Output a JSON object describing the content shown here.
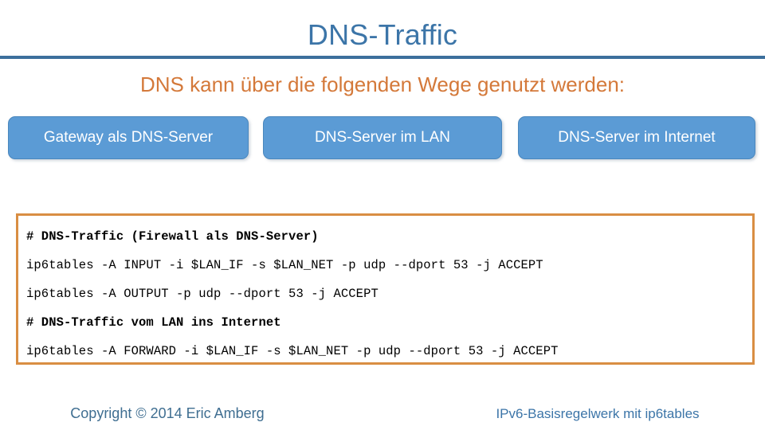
{
  "slide": {
    "title": "DNS-Traffic",
    "subtitle": "DNS kann über die folgenden Wege genutzt werden:",
    "accent_blue": "#3c75a8",
    "accent_orange": "#d4793a",
    "rule_color": "#3c6f9c",
    "pill_fill": "#5b9bd5",
    "code_border": "#d98e43"
  },
  "pills": [
    {
      "label": "Gateway als DNS-Server"
    },
    {
      "label": "DNS-Server im LAN"
    },
    {
      "label": "DNS-Server im Internet"
    }
  ],
  "code": {
    "lines": [
      {
        "text": "# DNS-Traffic (Firewall als DNS-Server)",
        "comment": true
      },
      {
        "text": "ip6tables -A INPUT -i $LAN_IF -s $LAN_NET -p udp --dport 53 -j ACCEPT",
        "comment": false
      },
      {
        "text": "ip6tables -A OUTPUT -p udp --dport 53 -j ACCEPT",
        "comment": false
      },
      {
        "text": "# DNS-Traffic vom LAN ins Internet",
        "comment": true
      },
      {
        "text": "ip6tables -A FORWARD -i $LAN_IF -s $LAN_NET -p udp --dport 53 -j ACCEPT",
        "comment": false
      }
    ]
  },
  "footer": {
    "copyright": "Copyright © 2014 Eric Amberg",
    "deck_title": "IPv6-Basisregelwerk mit ip6tables"
  }
}
